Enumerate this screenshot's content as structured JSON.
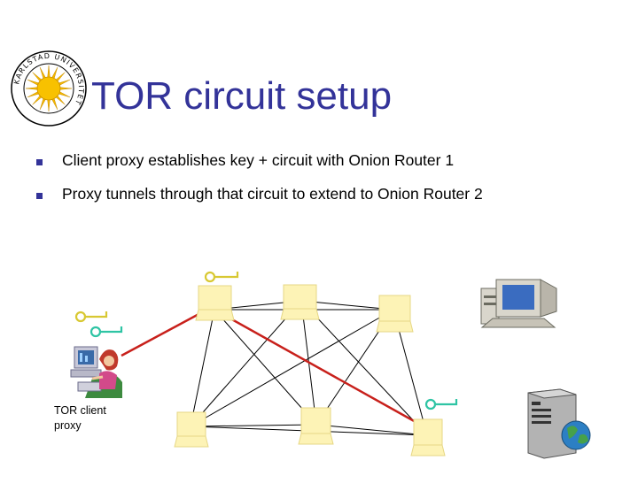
{
  "logo": {
    "ring_text": "KARLSTAD UNIVERSITET",
    "colors": {
      "sun": "#f5b800",
      "ring": "#000000"
    }
  },
  "slide": {
    "title": "TOR circuit setup",
    "bullets": [
      {
        "text": "Client proxy establishes key + circuit with Onion Router 1"
      },
      {
        "text": "Proxy tunnels through that circuit to extend to Onion Router 2"
      }
    ]
  },
  "diagram": {
    "client_label": "TOR client proxy",
    "client_label_lines": [
      "TOR client",
      "proxy"
    ],
    "colors": {
      "title": "#333399",
      "router": "#fdf3b6",
      "router_stroke": "#e6d785",
      "circuit": "#c8201b",
      "link": "#000000",
      "key": "#2ec4a4",
      "key_alt": "#d8c832"
    },
    "icons": [
      "key-icon",
      "router-node",
      "desktop-computer-icon",
      "server-globe-icon",
      "user-at-computer-icon"
    ]
  }
}
